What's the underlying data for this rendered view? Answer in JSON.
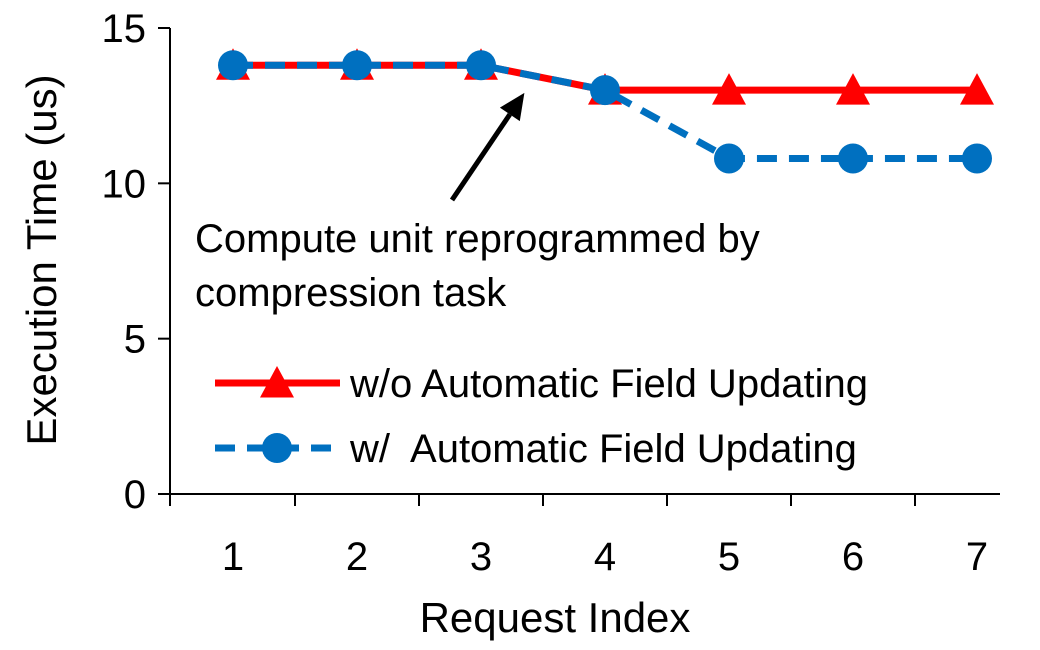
{
  "chart_data": {
    "type": "line",
    "xlabel": "Request Index",
    "ylabel": "Execution Time (us)",
    "categories": [
      "1",
      "2",
      "3",
      "4",
      "5",
      "6",
      "7"
    ],
    "ylim": [
      0,
      15
    ],
    "yticks": [
      "0",
      "5",
      "10",
      "15"
    ],
    "grid": false,
    "legend_position": "bottom-right",
    "series": [
      {
        "name": "w/o Automatic Field Updating",
        "values": [
          13.8,
          13.8,
          13.8,
          13.0,
          13.0,
          13.0,
          13.0
        ],
        "color": "#ff0000",
        "line_style": "solid",
        "marker": "triangle"
      },
      {
        "name": "w/  Automatic Field Updating",
        "values": [
          13.8,
          13.8,
          13.8,
          13.0,
          10.8,
          10.8,
          10.8
        ],
        "color": "#0070c0",
        "line_style": "dashed",
        "marker": "circle"
      }
    ],
    "annotation": {
      "lines": [
        "Compute unit reprogrammed by",
        "compression task"
      ],
      "points_to_x": 3.35,
      "points_to_y": 13.3
    }
  }
}
